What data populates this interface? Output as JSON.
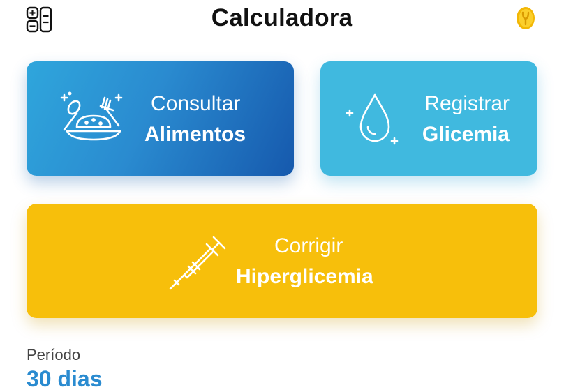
{
  "header": {
    "title": "Calculadora",
    "left_icon": "calculator-icon",
    "right_icon": "coin-icon"
  },
  "cards": {
    "food": {
      "line1": "Consultar",
      "line2": "Alimentos",
      "icon": "food-plate-icon",
      "color_start": "#2fa6dc",
      "color_end": "#1659ad"
    },
    "glucose": {
      "line1": "Registrar",
      "line2": "Glicemia",
      "icon": "drop-icon",
      "color": "#40b9df"
    },
    "correction": {
      "line1": "Corrigir",
      "line2": "Hiperglicemia",
      "icon": "syringe-icon",
      "color": "#f7bf0b"
    }
  },
  "period": {
    "label": "Período",
    "value": "30 dias"
  }
}
